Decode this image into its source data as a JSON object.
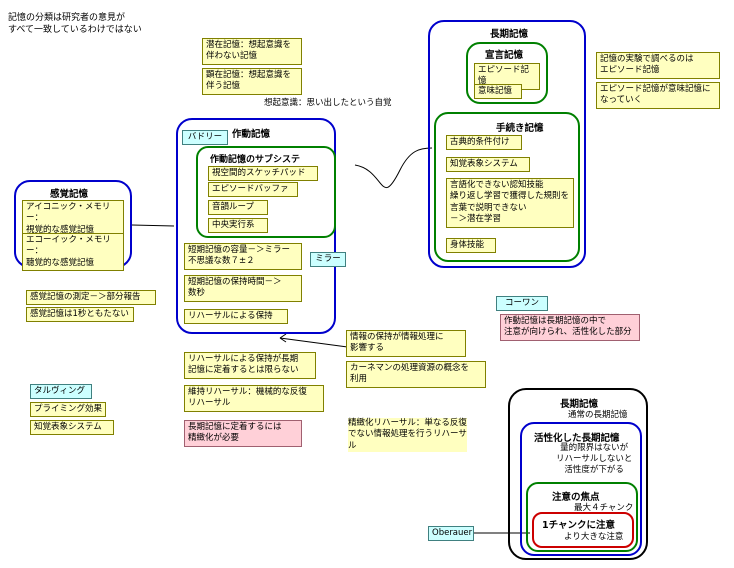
{
  "header_note": "記憶の分類は研究者の意見が\nすべて一致しているわけではない",
  "implicit_notes": {
    "latent": "潜在記憶：想起意識を\n伴わない記憶",
    "explicit": "顕在記憶：想起意識を\n伴う記憶",
    "recollection": "想起意識：思い出したという自覚"
  },
  "long_term": {
    "title": "長期記憶",
    "declarative": {
      "title": "宣言記憶",
      "items": [
        "エピソード記憶",
        "意味記憶"
      ]
    },
    "procedural": {
      "title": "手続き記憶",
      "items": [
        "古典的条件付け",
        "知覚表象システム",
        "言語化できない認知技能\n繰り返し学習で獲得した規則を\n言葉で説明できない\n－＞潜在学習",
        "身体技能"
      ]
    }
  },
  "right_notes": [
    "記憶の実験で調べるのは\nエピソード記憶",
    "エピソード記憶が意味記憶に\nなっていく"
  ],
  "working_memory": {
    "title": "作動記憶",
    "baddeley_label": "バドリー",
    "subsystem_title": "作動記憶のサブシステ",
    "subsystems": [
      "視空間的スケッチパッド",
      "エピソードバッファ",
      "音韻ループ",
      "中央実行系"
    ],
    "notes": [
      "短期記憶の容量－＞ミラー\n不思議な数７±２",
      "短期記憶の保持時間－＞\n数秒",
      "リハーサルによる保持"
    ],
    "miller_label": "ミラー"
  },
  "sensory": {
    "title": "感覚記憶",
    "items": [
      "アイコニック・メモリー：\n視覚的な感覚記憶",
      "エコーイック・メモリー：\n聴覚的な感覚記憶"
    ],
    "notes": [
      "感覚記憶の測定－＞部分報告",
      "感覚記憶は1秒ともたない"
    ]
  },
  "tulving": {
    "label": "タルヴィング",
    "items": [
      "プライミング効果",
      "知覚表象システム"
    ]
  },
  "rehearsal_notes": {
    "a": "リハーサルによる保持が長期\n記憶に定着するとは限らない",
    "b": "維持リハーサル：機械的な反復\nリハーサル",
    "c": "長期記憶に定着するには\n精緻化が必要",
    "info": "情報の保持が情報処理に\n影響する",
    "kahneman": "カーネマンの処理資源の概念を\n利用",
    "elaborative": "精緻化リハーサル：単なる反復\nでない情報処理を行うリハーサ\nル"
  },
  "cowan": {
    "label": "コーワン",
    "note": "作動記憶は長期記憶の中で\n注意が向けられ、活性化した部分"
  },
  "nested": {
    "outer_title": "長期記憶",
    "outer_sub": "通常の長期記憶",
    "active_title": "活性化した長期記憶",
    "active_sub": "量的限界はないが\nリハーサルしないと\n活性度が下がる",
    "focus_title": "注意の焦点",
    "focus_sub": "最大４チャンク",
    "chunk_title": "1チャンクに注意",
    "chunk_sub": "より大きな注意",
    "oberauer_label": "Oberauer"
  },
  "colors": {
    "note_bg": "#ffffc0",
    "pink_bg": "#ffd0d8",
    "cyan_bg": "#ccffff",
    "blue": "#0000cc",
    "green": "#008000",
    "red": "#cc0000"
  }
}
